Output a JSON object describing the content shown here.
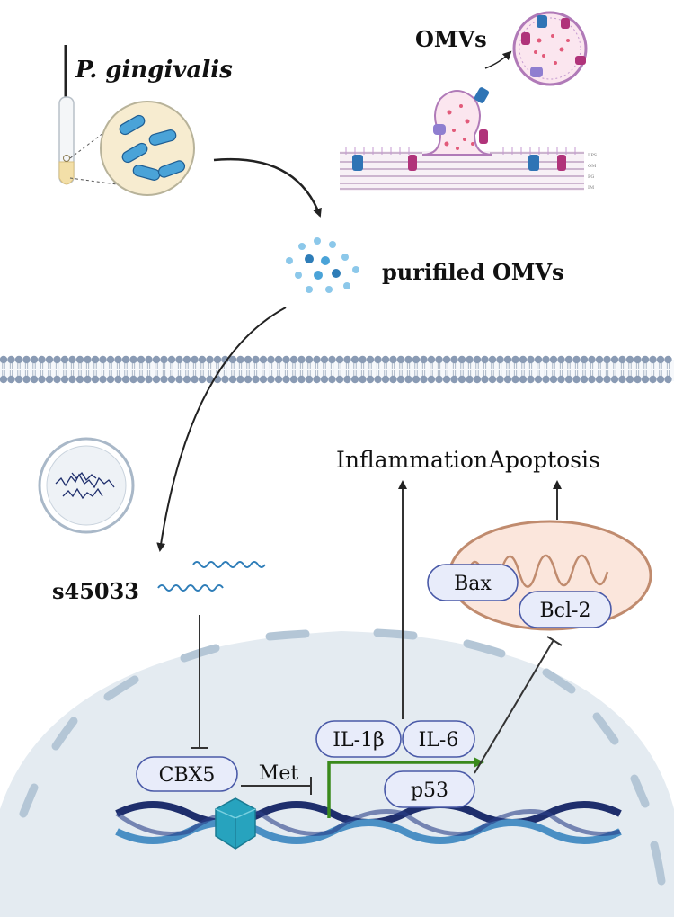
{
  "labels": {
    "bacterium": "P. gingivalis",
    "omvs": "OMVs",
    "purified": "purifiled OMVs",
    "rna": "s45033",
    "inflammation": "Inflammation",
    "apoptosis": "Apoptosis",
    "bax": "Bax",
    "bcl2": "Bcl-2",
    "cbx5": "CBX5",
    "met": "Met",
    "il1b": "IL-1β",
    "il6": "IL-6",
    "p53": "p53"
  },
  "membrane_layer_labels": [
    "LPS",
    "OM",
    "PG",
    "IM"
  ],
  "colors": {
    "membrane_bead": "#8a9bb4",
    "nucleus_fill": "#e4ebf1",
    "node_fill": "#e8ecfa",
    "node_stroke": "#4a5aa8",
    "arrow_green": "#3a8a1c",
    "dna_dark": "#1e2e6c",
    "dna_light": "#4a8fc4",
    "nucleosome": "#27a3be",
    "mito_stroke": "#c08b6e",
    "mito_fill": "#fbe6dc"
  }
}
